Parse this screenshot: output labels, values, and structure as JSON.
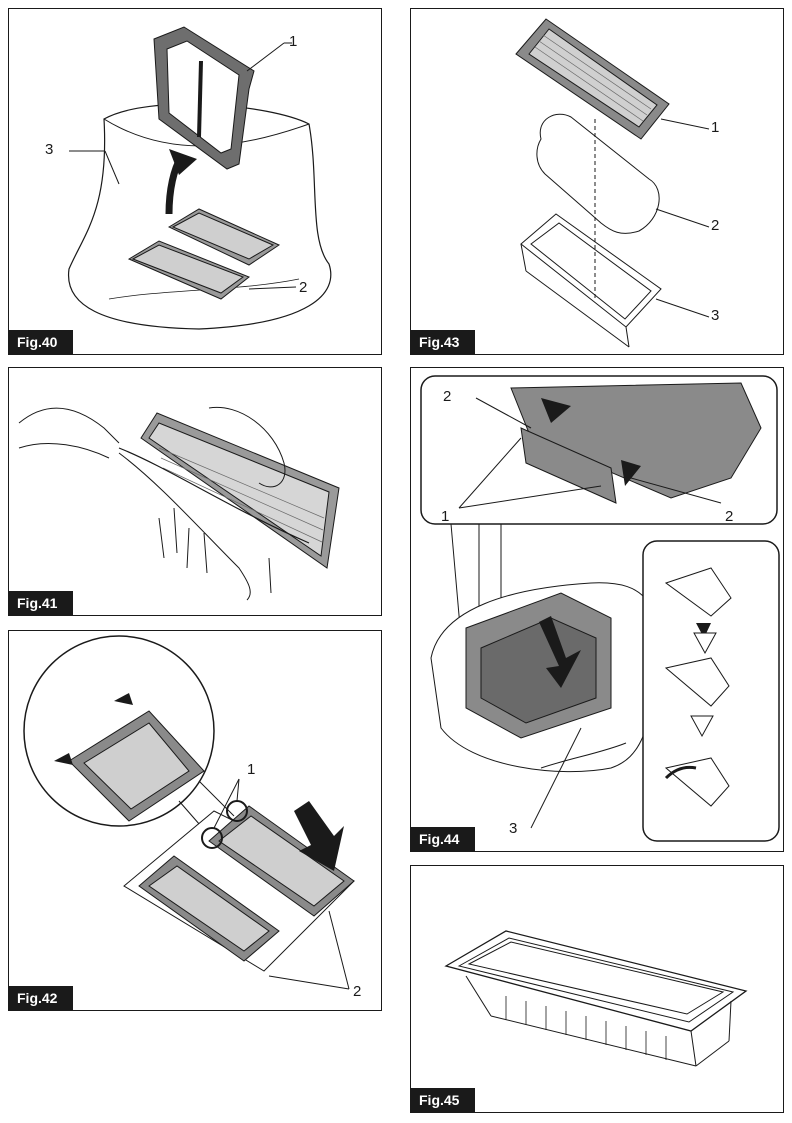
{
  "figures": {
    "fig40": {
      "label": "Fig.40",
      "callouts": [
        "1",
        "2",
        "3"
      ]
    },
    "fig41": {
      "label": "Fig.41"
    },
    "fig42": {
      "label": "Fig.42",
      "callouts": [
        "1",
        "2"
      ]
    },
    "fig43": {
      "label": "Fig.43",
      "callouts": [
        "1",
        "2",
        "3"
      ]
    },
    "fig44": {
      "label": "Fig.44",
      "callouts": [
        "2",
        "2",
        "1",
        "3"
      ]
    },
    "fig45": {
      "label": "Fig.45"
    }
  },
  "colors": {
    "ink": "#1a1a1a",
    "grey": "#8a8a8a",
    "light": "#d9d9d9"
  }
}
